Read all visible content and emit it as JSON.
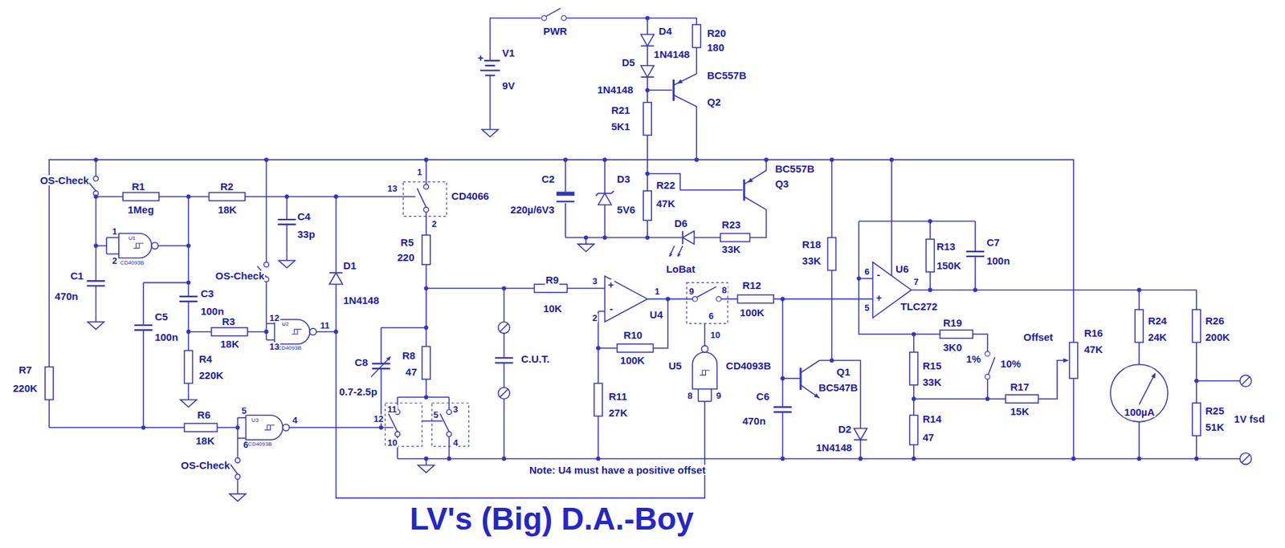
{
  "diagram": {
    "title": "LV's (Big) D.A.-Boy",
    "labels": [
      "PWR",
      "V1",
      "9V",
      "D4",
      "R20",
      "180",
      "D5",
      "1N4148",
      "BC557B",
      "1N4148",
      "Q2",
      "R21",
      "5K1",
      "BC557B",
      "Q3",
      "C2",
      "D3",
      "R22",
      "220µ/6V3",
      "5V6",
      "47K",
      "D6",
      "R23",
      "33K",
      "LoBat",
      "OS-Check",
      "R1",
      "1Meg",
      "R2",
      "18K",
      "1",
      "U1",
      "2",
      "CD4093B",
      "C4",
      "33p",
      "13",
      "1",
      "CD4066",
      "2",
      "R5",
      "220",
      "C1",
      "470n",
      "C3",
      "100n",
      "C5",
      "100n",
      "R3",
      "18K",
      "OS-Check",
      "12",
      "U2",
      "11",
      "13",
      "CD4093B",
      "D1",
      "1N4148",
      "R4",
      "220K",
      "R7",
      "220K",
      "R6",
      "18K",
      "5",
      "U3",
      "6",
      "CD4093B",
      "4",
      "OS-Check",
      "R8",
      "47",
      "C8",
      "0.7-2.5p",
      "11",
      "3",
      "12",
      "5",
      "10",
      "4",
      "C.U.T.",
      "R9",
      "10K",
      "3",
      "2",
      "1",
      "U4",
      "R10",
      "100K",
      "R11",
      "27K",
      "9",
      "8",
      "6",
      "10",
      "U5",
      "CD4093B",
      "8",
      "9",
      "R12",
      "100K",
      "R18",
      "33K",
      "Q1",
      "BC547B",
      "C6",
      "470n",
      "D2",
      "1N4148",
      "6",
      "5",
      "U6",
      "7",
      "TLC272",
      "R13",
      "150K",
      "C7",
      "100n",
      "R19",
      "3K0",
      "1%",
      "10%",
      "R15",
      "33K",
      "R14",
      "47",
      "R17",
      "15K",
      "Offset",
      "R16",
      "47K",
      "R24",
      "24K",
      "R26",
      "200K",
      "100µA",
      "R25",
      "51K",
      "1V fsd",
      "Note: U4 must have a positive offset",
      "+",
      "-",
      "-",
      "+",
      "+"
    ]
  }
}
